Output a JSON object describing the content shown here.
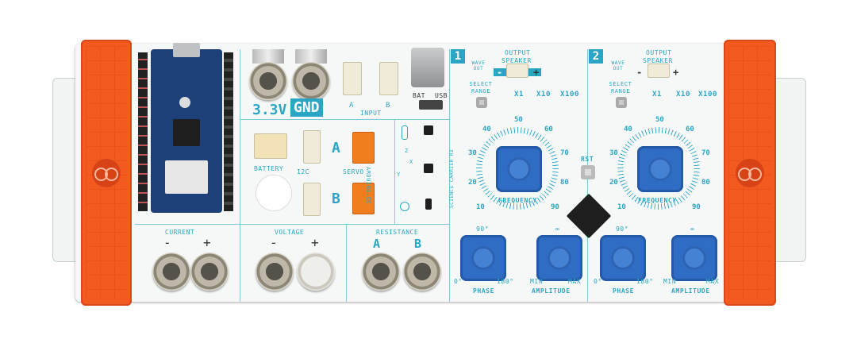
{
  "board": {
    "supply_3v3": "3.3V",
    "supply_gnd": "GND",
    "input_label": "INPUT",
    "input_a": "A",
    "input_b": "B",
    "bat": "BAT",
    "usb": "USB",
    "battery": "BATTERY",
    "i2c": "I2C",
    "servo": "SERVO",
    "servo_a": "A",
    "servo_b": "B",
    "arduino_cc": "ARDUINO.CC",
    "science_carrier": "SCIENCE CARRIER R3",
    "rst": "RST",
    "axis_x": "X",
    "axis_y": "Y",
    "axis_z": "Z"
  },
  "meters": {
    "current": {
      "label": "CURRENT",
      "minus": "-",
      "plus": "+"
    },
    "voltage": {
      "label": "VOLTAGE",
      "minus": "-",
      "plus": "+"
    },
    "resistance": {
      "label": "RESISTANCE",
      "a": "A",
      "b": "B"
    }
  },
  "generators": [
    {
      "id": "1",
      "wave_out": "WAVE OUT",
      "output": "OUTPUT",
      "speaker": "SPEAKER",
      "minus": "-",
      "plus": "+",
      "select_range": "SELECT RANGE",
      "ranges": [
        "X1",
        "X10",
        "X100"
      ],
      "frequency": "FREQUENCY",
      "dial": [
        "10",
        "20",
        "30",
        "40",
        "50",
        "60",
        "70",
        "80",
        "90"
      ],
      "phase": "PHASE",
      "phase_min": "0°",
      "phase_mid": "90°",
      "phase_max": "180°",
      "amplitude": "AMPLITUDE",
      "amp_min": "MIN",
      "amp_max": "MAX",
      "amp_mid": "∞"
    },
    {
      "id": "2",
      "wave_out": "WAVE OUT",
      "output": "OUTPUT",
      "speaker": "SPEAKER",
      "minus": "-",
      "plus": "+",
      "select_range": "SELECT RANGE",
      "ranges": [
        "X1",
        "X10",
        "X100"
      ],
      "frequency": "FREQUENCY",
      "dial": [
        "10",
        "20",
        "30",
        "40",
        "50",
        "60",
        "70",
        "80",
        "90"
      ],
      "phase": "PHASE",
      "phase_min": "0°",
      "phase_mid": "90°",
      "phase_max": "180°",
      "amplitude": "AMPLITUDE",
      "amp_min": "MIN",
      "amp_max": "MAX",
      "amp_mid": "∞"
    }
  ],
  "colors": {
    "accent": "#2aa6c4",
    "bumper": "#f25a1f",
    "pot": "#2f6cc4"
  }
}
